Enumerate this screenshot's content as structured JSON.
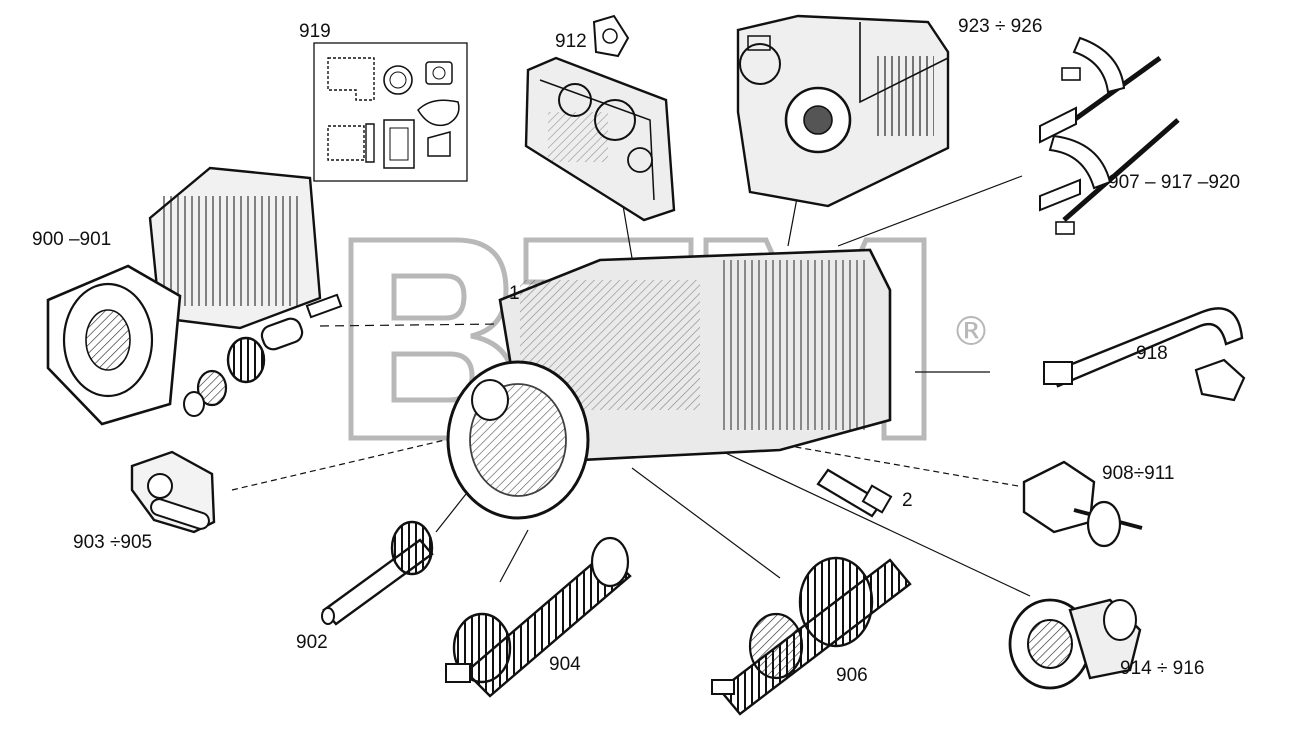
{
  "watermark": {
    "text": "BTM",
    "registered": "®",
    "color": "#b8b8b8"
  },
  "callouts": {
    "c919": "919",
    "c912": "912",
    "c923": "923 ÷ 926",
    "c907": "907 – 917 –920",
    "c900": "900 –901",
    "c1": "1",
    "c918": "918",
    "c908": "908÷911",
    "c2": "2",
    "c903": "903 ÷905",
    "c902": "902",
    "c904": "904",
    "c906": "906",
    "c914": "914 ÷ 916"
  },
  "colors": {
    "ink": "#111111",
    "watermark": "#b8b8b8",
    "background": "#ffffff"
  }
}
